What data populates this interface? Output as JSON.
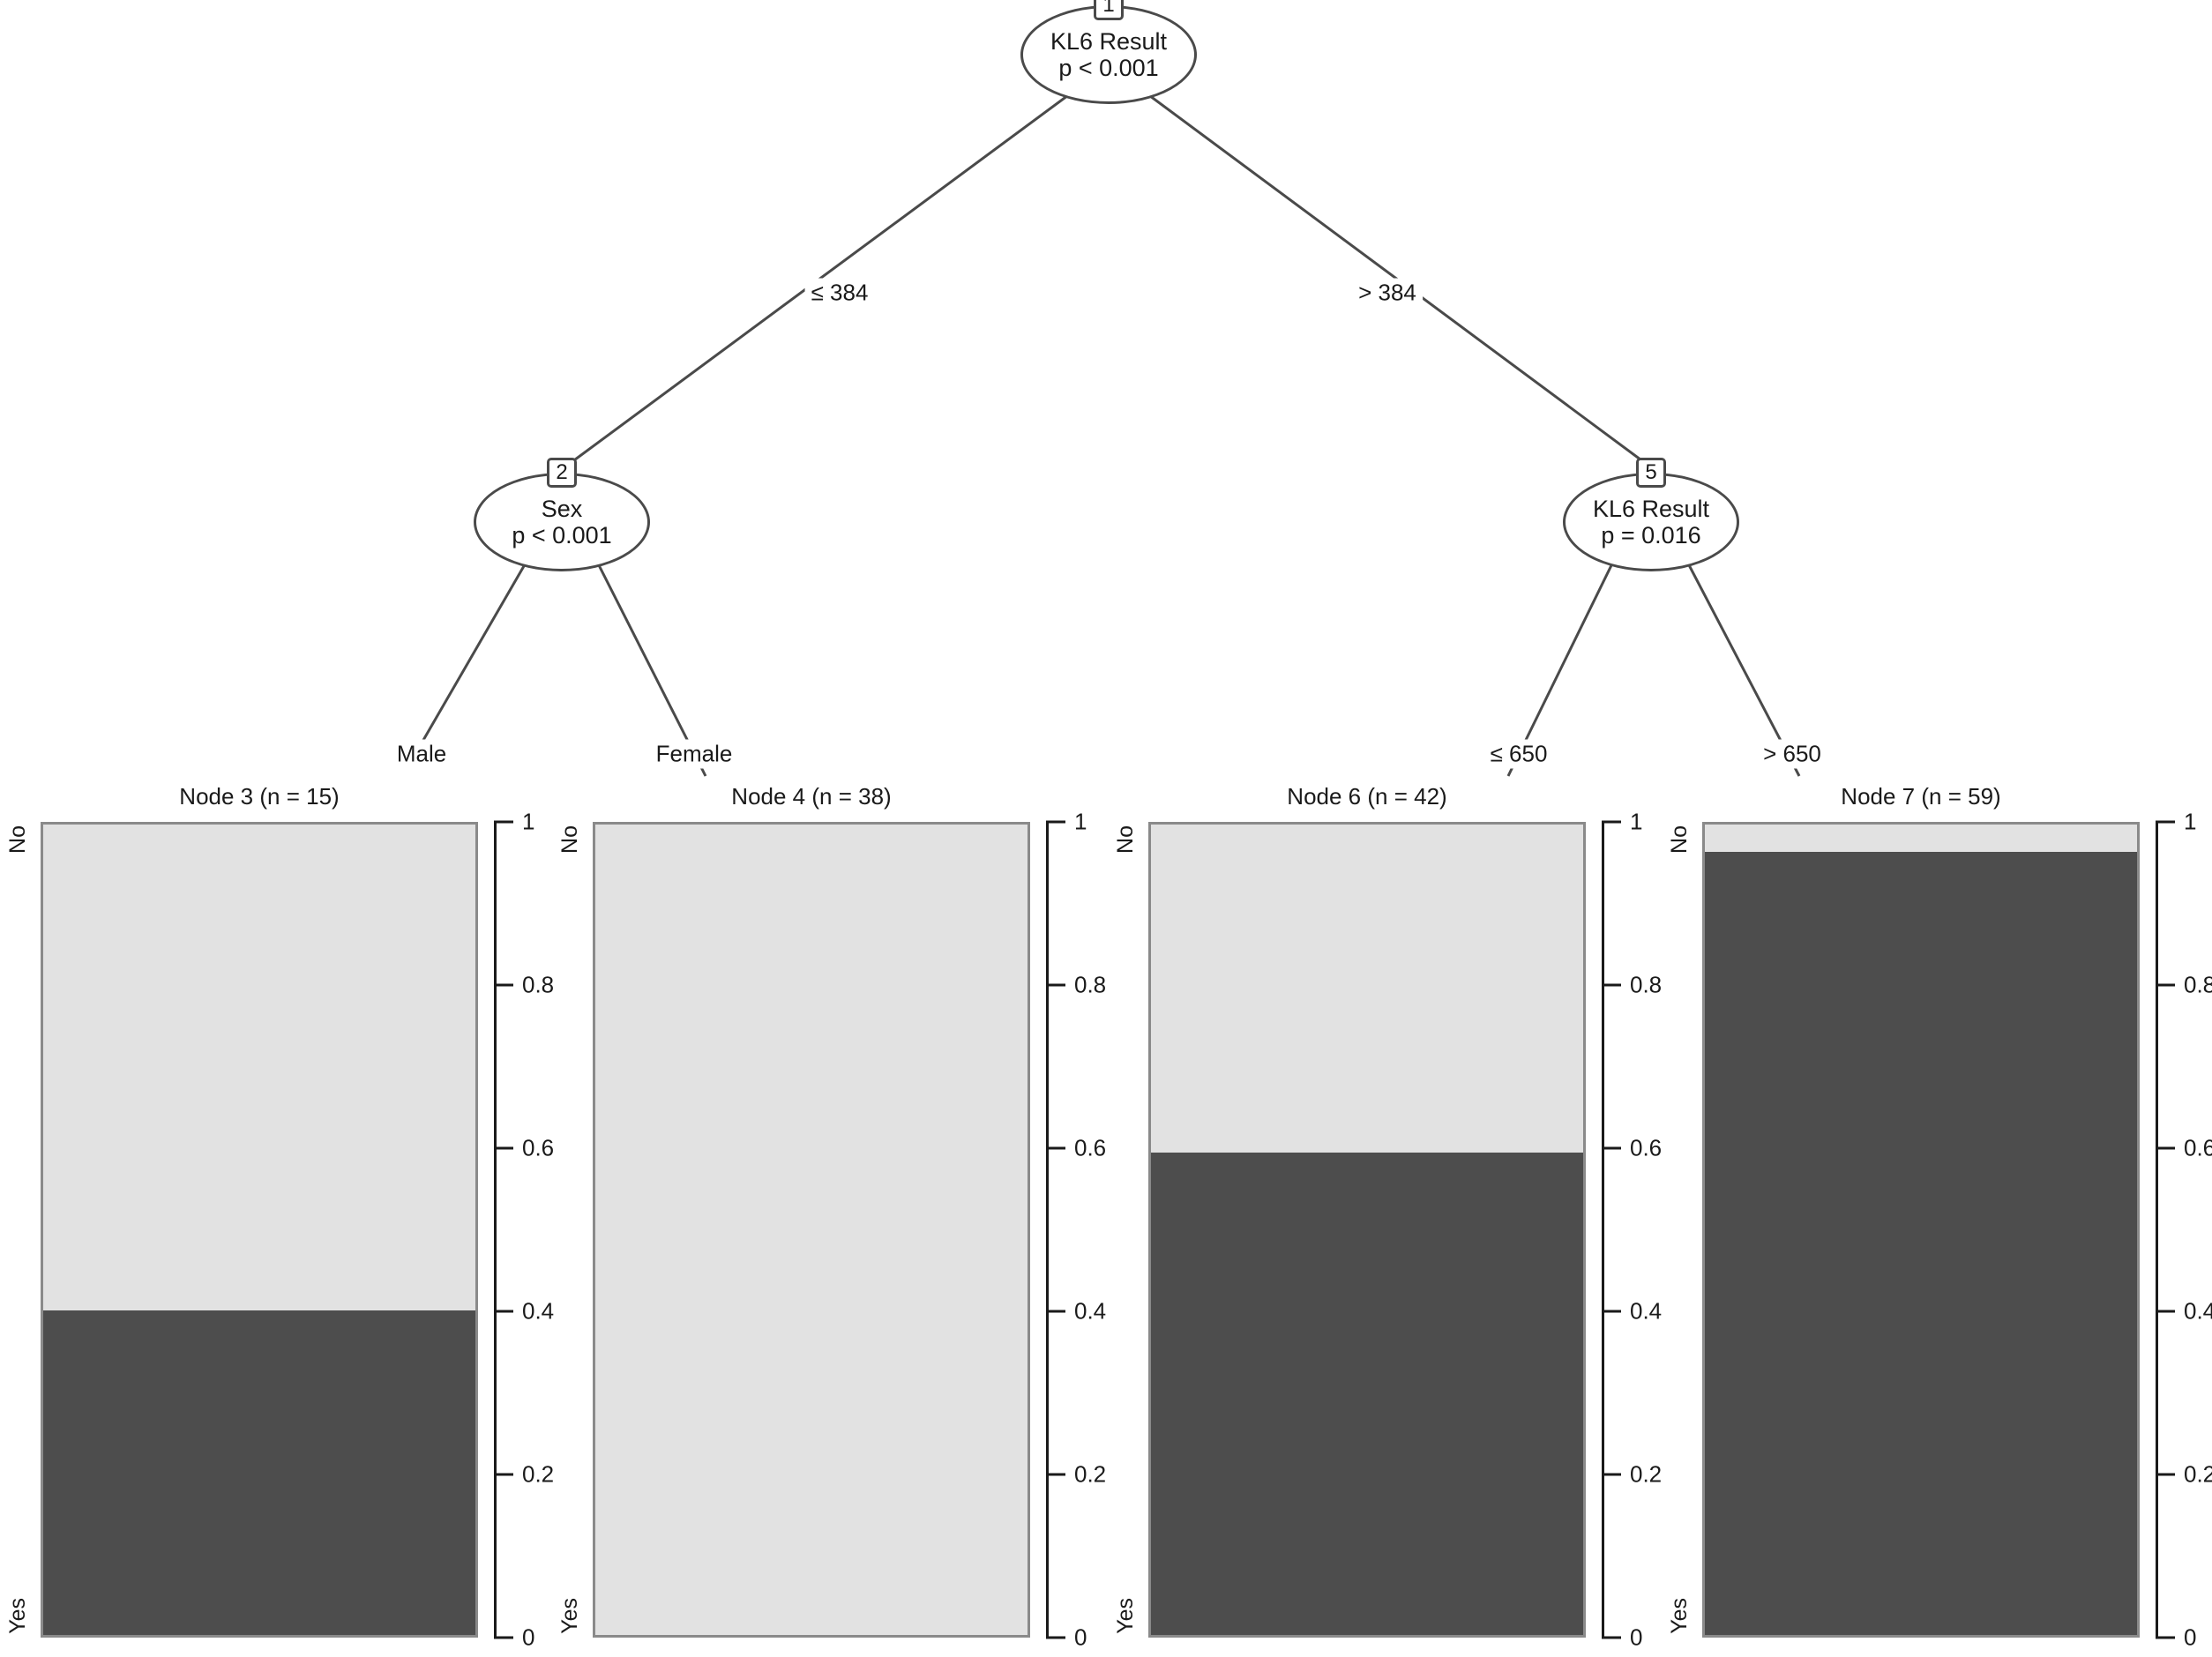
{
  "figure": {
    "type": "conditional-inference-decision-tree",
    "response_variable": "Outcome",
    "response_levels": [
      "No",
      "Yes"
    ],
    "colors": {
      "no_fill": "#e2e2e2",
      "yes_fill": "#4d4d4d",
      "node_border": "#4a4a4a",
      "panel_border": "#8a8a8a",
      "edge_line": "#4a4a4a",
      "text": "#1a1a1a",
      "background": "#ffffff"
    }
  },
  "inner_nodes": [
    {
      "id": "1",
      "badge": "1",
      "variable": "KL6 Result",
      "pvalue": "p < 0.001"
    },
    {
      "id": "2",
      "badge": "2",
      "variable": "Sex",
      "pvalue": "p < 0.001"
    },
    {
      "id": "5",
      "badge": "5",
      "variable": "KL6 Result",
      "pvalue": "p = 0.016"
    }
  ],
  "edges": [
    {
      "from": "1",
      "to": "2",
      "label": "≤ 384"
    },
    {
      "from": "1",
      "to": "5",
      "label": "> 384"
    },
    {
      "from": "2",
      "to": "3",
      "label": "Male"
    },
    {
      "from": "2",
      "to": "4",
      "label": "Female"
    },
    {
      "from": "5",
      "to": "6",
      "label": "≤ 650"
    },
    {
      "from": "5",
      "to": "7",
      "label": "> 650"
    }
  ],
  "terminal_nodes": [
    {
      "id": "3",
      "title": "Node 3 (n = 15)",
      "n": 15,
      "no": 0.6,
      "yes": 0.4
    },
    {
      "id": "4",
      "title": "Node 4 (n = 38)",
      "n": 38,
      "no": 1.0,
      "yes": 0.0
    },
    {
      "id": "6",
      "title": "Node 6 (n = 42)",
      "n": 42,
      "no": 0.405,
      "yes": 0.595
    },
    {
      "id": "7",
      "title": "Node 7 (n = 59)",
      "n": 59,
      "no": 0.034,
      "yes": 0.966
    }
  ],
  "axis": {
    "ticks": [
      "1",
      "0.8",
      "0.6",
      "0.4",
      "0.2",
      "0"
    ],
    "tick_values": [
      1,
      0.8,
      0.6,
      0.4,
      0.2,
      0
    ],
    "ylim": [
      0,
      1
    ],
    "top_label": "No",
    "bottom_label": "Yes"
  },
  "chart_data": {
    "type": "bar",
    "title": "",
    "xlabel": "",
    "ylabel": "",
    "ylim": [
      0,
      1
    ],
    "grid": false,
    "legend": [
      "No",
      "Yes"
    ],
    "categories": [
      "Node 3 (n = 15)",
      "Node 4 (n = 38)",
      "Node 6 (n = 42)",
      "Node 7 (n = 59)"
    ],
    "series": [
      {
        "name": "No",
        "values": [
          0.6,
          1.0,
          0.405,
          0.034
        ]
      },
      {
        "name": "Yes",
        "values": [
          0.4,
          0.0,
          0.595,
          0.966
        ]
      }
    ],
    "counts": [
      15,
      38,
      42,
      59
    ],
    "annotations": [
      "Root split: KL6 Result ≤ 384 vs > 384 (p < 0.001)",
      "Left subtree split: Sex Male vs Female (p < 0.001)",
      "Right subtree split: KL6 Result ≤ 650 vs > 650 (p = 0.016)"
    ]
  }
}
